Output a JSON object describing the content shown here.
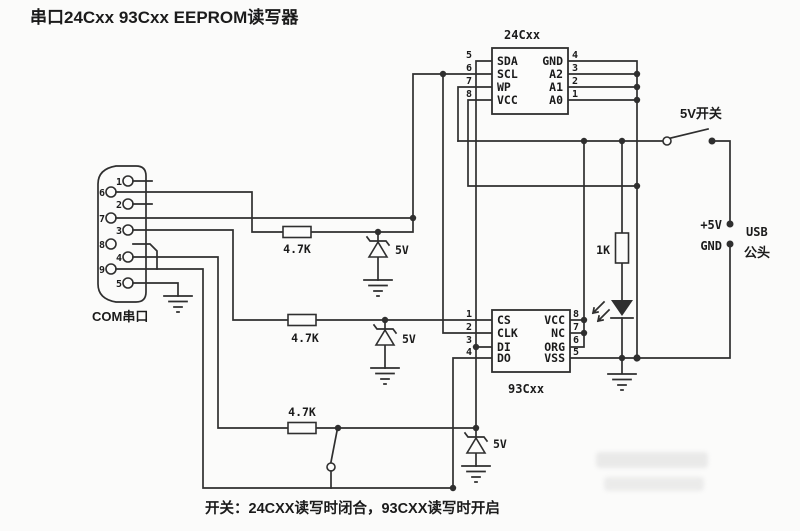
{
  "title": "串口24Cxx 93Cxx EEPROM读写器",
  "note": "开关：24CXX读写时闭合，93CXX读写时开启",
  "chips": [
    {
      "name": "24Cxx",
      "left_pins": [
        {
          "num": "5",
          "name": "SDA"
        },
        {
          "num": "6",
          "name": "SCL"
        },
        {
          "num": "7",
          "name": "WP"
        },
        {
          "num": "8",
          "name": "VCC"
        }
      ],
      "right_pins": [
        {
          "num": "4",
          "name": "GND"
        },
        {
          "num": "3",
          "name": "A2"
        },
        {
          "num": "2",
          "name": "A1"
        },
        {
          "num": "1",
          "name": "A0"
        }
      ]
    },
    {
      "name": "93Cxx",
      "left_pins": [
        {
          "num": "1",
          "name": "CS"
        },
        {
          "num": "2",
          "name": "CLK"
        },
        {
          "num": "3",
          "name": "DI"
        },
        {
          "num": "4",
          "name": "DO"
        }
      ],
      "right_pins": [
        {
          "num": "8",
          "name": "VCC"
        },
        {
          "num": "7",
          "name": "NC"
        },
        {
          "num": "6",
          "name": "ORG"
        },
        {
          "num": "5",
          "name": "VSS"
        }
      ]
    }
  ],
  "db9": {
    "label": "COM串口",
    "pins_right_col": [
      "1",
      "2",
      "3",
      "4",
      "5"
    ],
    "pins_left_col": [
      "6",
      "7",
      "8",
      "9"
    ]
  },
  "resistors": [
    {
      "label": "4.7K"
    },
    {
      "label": "4.7K"
    },
    {
      "label": "4.7K"
    },
    {
      "label": "1K"
    }
  ],
  "zeners": [
    {
      "label": "5V"
    },
    {
      "label": "5V"
    },
    {
      "label": "5V"
    }
  ],
  "power_switch": {
    "label": "5V开关"
  },
  "usb": {
    "plus5_label": "+5V",
    "gnd_label": "GND",
    "name_line1": "USB",
    "name_line2": "公头"
  },
  "colors": {
    "wire": "#2f2f2f",
    "background": "#fbfbfa"
  }
}
